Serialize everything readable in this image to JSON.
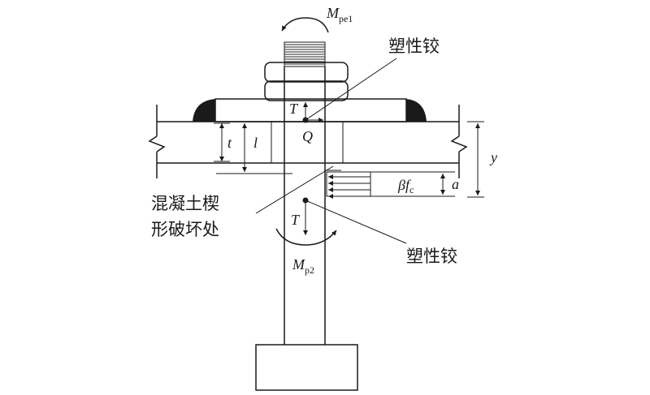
{
  "labels": {
    "moment_top_symbol": "M",
    "moment_top_sub": "pe1",
    "moment_bottom_symbol": "M",
    "moment_bottom_sub": "p2",
    "plastic_hinge_top": "塑性铰",
    "plastic_hinge_bottom": "塑性铰",
    "concrete_wedge_line1": "混凝土楔",
    "concrete_wedge_line2": "形破坏处",
    "tension_top": "T",
    "tension_bottom": "T",
    "shear": "Q",
    "dim_t": "t",
    "dim_l": "l",
    "dim_y": "y",
    "dim_a": "a",
    "stress_beta": "β",
    "stress_f": "f",
    "stress_sub": "c"
  }
}
